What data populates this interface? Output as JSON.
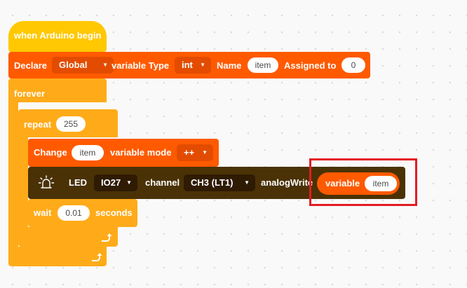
{
  "hat_block": {
    "label": "when Arduino begin"
  },
  "declare_block": {
    "label": "Declare",
    "scope": "Global",
    "type_label": "variable Type",
    "type_value": "int",
    "name_label": "Name",
    "name_value": "item",
    "assigned_label": "Assigned to",
    "assigned_value": "0"
  },
  "forever_block": {
    "label": "forever"
  },
  "repeat_block": {
    "label": "repeat",
    "count": "255"
  },
  "change_block": {
    "label": "Change",
    "variable": "item",
    "mode_label": "variable mode",
    "mode_value": "++"
  },
  "led_block": {
    "label": "LED",
    "pin": "IO27",
    "channel_label": "channel",
    "channel_value": "CH3 (LT1)",
    "analog_label": "analogWrite"
  },
  "variable_reporter": {
    "label": "variable",
    "name": "item"
  },
  "wait_block": {
    "label": "wait",
    "value": "0.01",
    "unit": "seconds"
  },
  "icons": {
    "led": "led-light-icon",
    "loop": "loop-arrow-icon",
    "dropdown": "caret-down-icon"
  },
  "colors": {
    "event_yellow": "#ffc800",
    "control_yellow": "#ffab19",
    "variable_orange": "#ff5a00",
    "led_brown": "#4a3206",
    "highlight_red": "#e31c23"
  }
}
